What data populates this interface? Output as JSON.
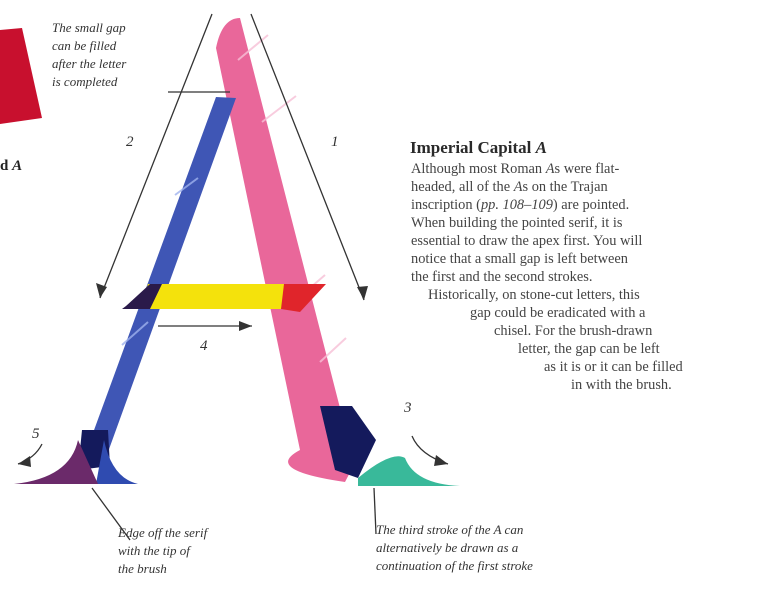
{
  "left_label": {
    "prefix": "d ",
    "letter": "A"
  },
  "notes": {
    "gap": [
      "The small gap",
      "can be filled",
      "after the letter",
      "is completed"
    ],
    "edge": [
      "Edge off the serif",
      "with the tip of",
      "the brush"
    ],
    "third": [
      "The third stroke of the A can",
      "alternatively be drawn as a",
      "continuation of the first stroke"
    ]
  },
  "stroke_numbers": {
    "one": "1",
    "two": "2",
    "three": "3",
    "four": "4",
    "five": "5"
  },
  "heading": {
    "text": "Imperial Capital ",
    "letter": "A"
  },
  "body": {
    "l1a": "Although most Roman ",
    "l1b": "A",
    "l1c": "s were flat-",
    "l2a": "headed, all of the ",
    "l2b": "A",
    "l2c": "s on the Trajan",
    "l3a": "inscription (",
    "l3b": "pp. 108–109",
    "l3c": ") are pointed.",
    "l4": "When building the pointed serif, it is",
    "l5": "essential to draw the apex first. You will",
    "l6": "notice that a small gap is left between",
    "l7": "the first and the second strokes.",
    "l8": "Historically, on stone-cut letters, this",
    "l9": "gap could be eradicated with a",
    "l10": "chisel. For the brush-drawn",
    "l11": "letter, the gap can be left",
    "l12": "as it is or it can be filled",
    "l13": "in with the brush."
  },
  "colors": {
    "pink_stroke": "#e9679a",
    "blue_stroke": "#3f56b5",
    "yellow_crossbar": "#f4e20c",
    "navy_serif": "#141a5c",
    "teal_serif": "#39b99a",
    "purple_serif": "#6b2a6a",
    "red_shape": "#c8102e"
  }
}
